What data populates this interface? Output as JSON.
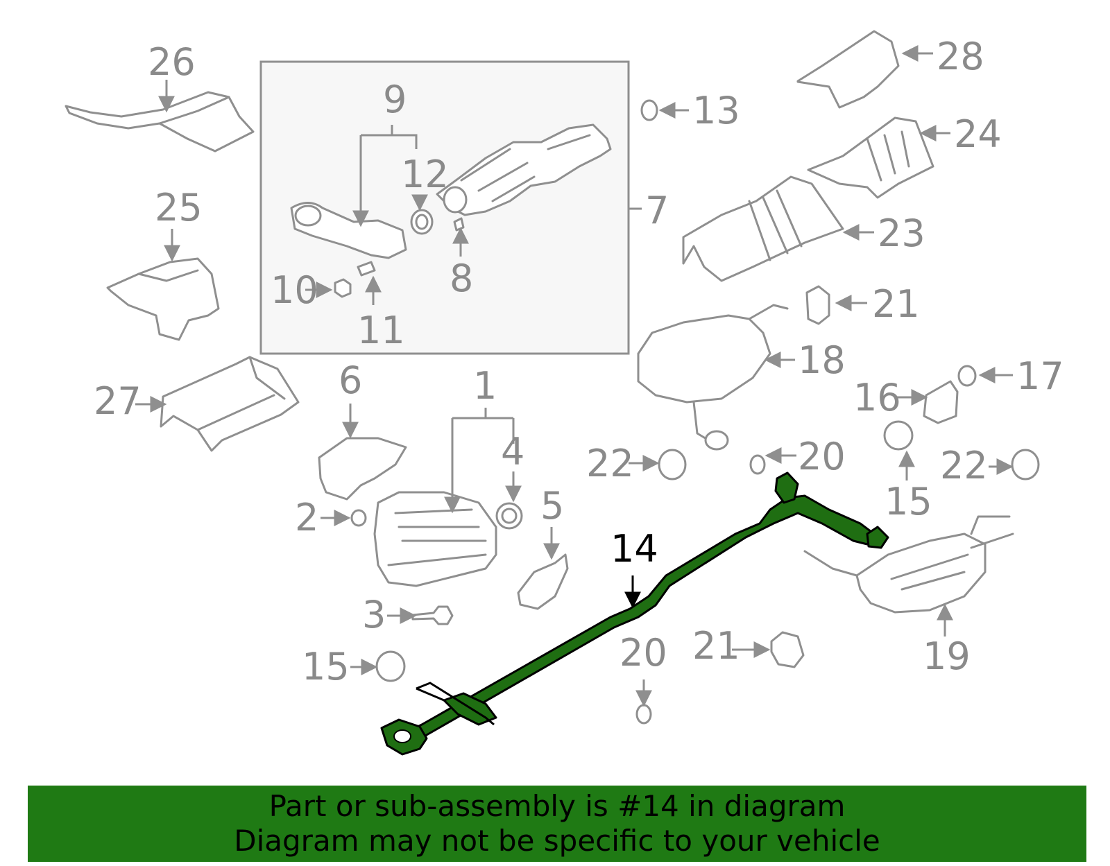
{
  "diagram": {
    "highlight_color": "#1f6e12",
    "part_color": "#8f8f8f",
    "highlighted_callout": "14",
    "callouts": [
      "1",
      "2",
      "3",
      "4",
      "5",
      "6",
      "7",
      "8",
      "9",
      "10",
      "11",
      "12",
      "13",
      "14",
      "15",
      "15",
      "16",
      "17",
      "18",
      "19",
      "20",
      "20",
      "21",
      "21",
      "22",
      "22",
      "23",
      "24",
      "25",
      "26",
      "27",
      "28"
    ]
  },
  "labels": {
    "c26": "26",
    "c25": "25",
    "c27": "27",
    "c9": "9",
    "c12": "12",
    "c10": "10",
    "c11": "11",
    "c8": "8",
    "c7": "7",
    "c13": "13",
    "c28": "28",
    "c24": "24",
    "c23": "23",
    "c21a": "21",
    "c18": "18",
    "c17": "17",
    "c16": "16",
    "c6": "6",
    "c1": "1",
    "c4": "4",
    "c2": "2",
    "c5": "5",
    "c22a": "22",
    "c20a": "20",
    "c22b": "22",
    "c15a": "15",
    "c14": "14",
    "c3": "3",
    "c20b": "20",
    "c21b": "21",
    "c19": "19",
    "c15b": "15"
  },
  "banner": {
    "background": "#1f7a14",
    "line1": "Part or sub-assembly is #14 in diagram",
    "line2": "Diagram may not be specific to your vehicle"
  }
}
